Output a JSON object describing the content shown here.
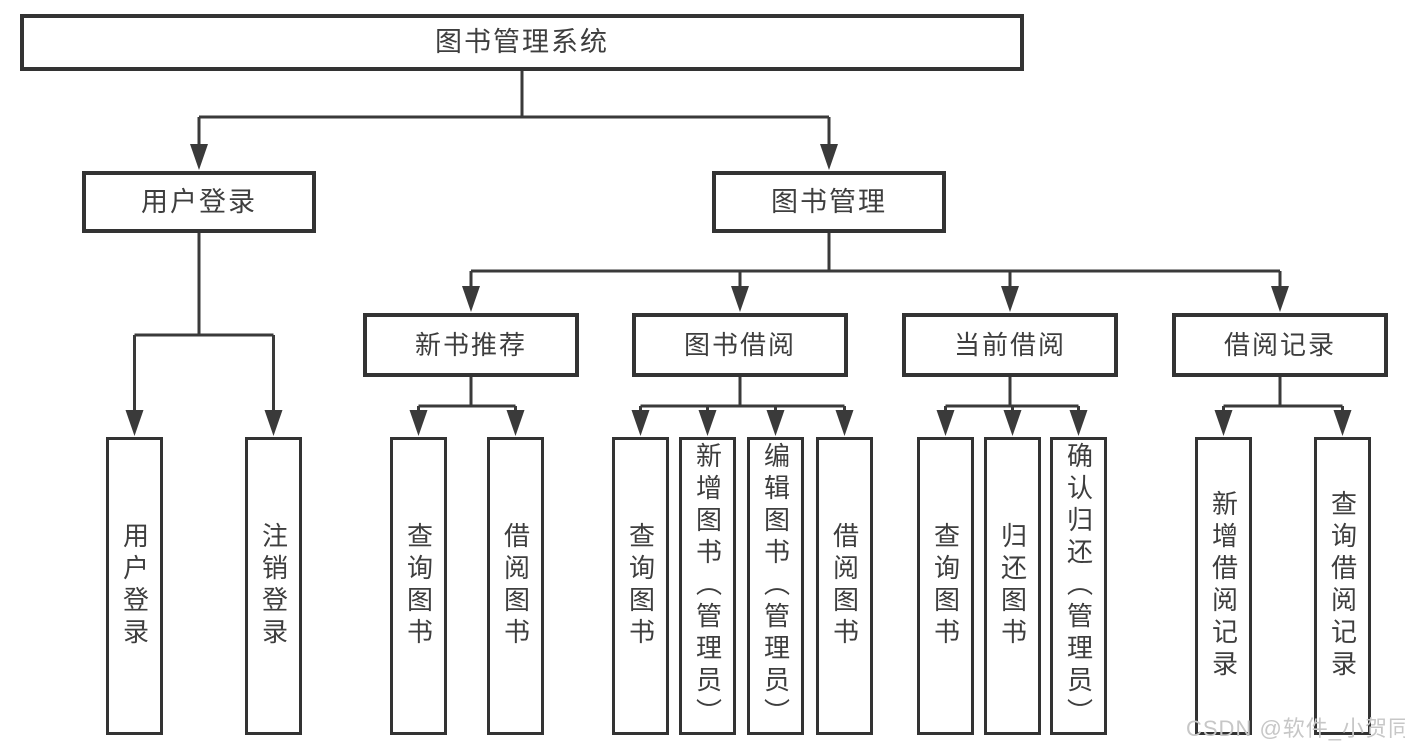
{
  "title": "图书管理系统",
  "watermark": "CSDN @软件_小贺同学",
  "colors": {
    "line": "#3a3a3a",
    "box_border": "#333333",
    "text": "#3e3e3e",
    "watermark": "#c7c7c7",
    "background": "#ffffff"
  },
  "tree": {
    "root": {
      "label": "图书管理系统",
      "children": [
        {
          "label": "用户登录",
          "children": [
            {
              "label": "用户登录"
            },
            {
              "label": "注销登录"
            }
          ]
        },
        {
          "label": "图书管理",
          "children": [
            {
              "label": "新书推荐",
              "children": [
                {
                  "label": "查询图书"
                },
                {
                  "label": "借阅图书"
                }
              ]
            },
            {
              "label": "图书借阅",
              "children": [
                {
                  "label": "查询图书"
                },
                {
                  "label": "新增图书（管理员）"
                },
                {
                  "label": "编辑图书（管理员）"
                },
                {
                  "label": "借阅图书"
                }
              ]
            },
            {
              "label": "当前借阅",
              "children": [
                {
                  "label": "查询图书"
                },
                {
                  "label": "归还图书"
                },
                {
                  "label": "确认归还（管理员）"
                }
              ]
            },
            {
              "label": "借阅记录",
              "children": [
                {
                  "label": "新增借阅记录"
                },
                {
                  "label": "查询借阅记录"
                }
              ]
            }
          ]
        }
      ]
    }
  }
}
